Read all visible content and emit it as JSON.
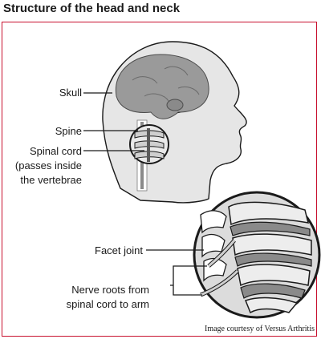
{
  "title": "Structure of the head and neck",
  "labels": {
    "skull": "Skull",
    "spine": "Spine",
    "spinal_cord_line1": "Spinal cord",
    "spinal_cord_line2": "(passes inside",
    "spinal_cord_line3": "the vertebrae",
    "facet_joint": "Facet joint",
    "nerve_roots_line1": "Nerve roots from",
    "nerve_roots_line2": "spinal cord to arm"
  },
  "credit": "Image courtesy of Versus Arthritis",
  "colors": {
    "frame_border": "#c8102e",
    "head": "#e6e6e6",
    "outline": "#1a1a1a",
    "brain": "#9a9a9a",
    "bone": "#cfcfcf",
    "disc": "#8a8a8a"
  }
}
